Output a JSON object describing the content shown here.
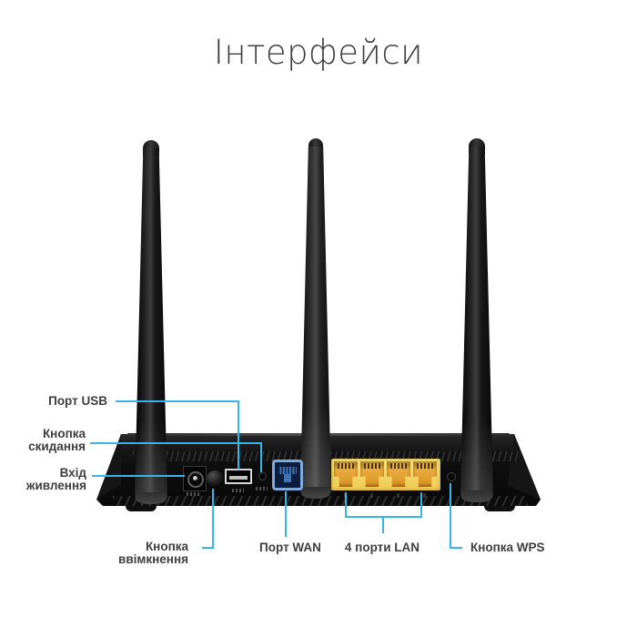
{
  "title": "Інтерфейси",
  "colors": {
    "accent_callout": "#35b5e8",
    "label_text": "#3e3e3e",
    "body": "#121212",
    "wan_frame": "#7cabdc",
    "wan_cavity": "#0d1d3d",
    "lan_plate": "#f2d564",
    "lan_port": "#e2992f"
  },
  "callouts": {
    "usb": {
      "label": "Порт USB"
    },
    "reset": {
      "lines": [
        "Кнопка",
        "скидання"
      ]
    },
    "power_in": {
      "lines": [
        "Вхід",
        "живлення"
      ]
    },
    "power_button": {
      "lines": [
        "Кнопка",
        "ввімкнення"
      ]
    },
    "wan": {
      "label": "Порт WAN"
    },
    "lan": {
      "label": "4 порти LAN"
    },
    "wps": {
      "label": "Кнопка WPS"
    }
  }
}
